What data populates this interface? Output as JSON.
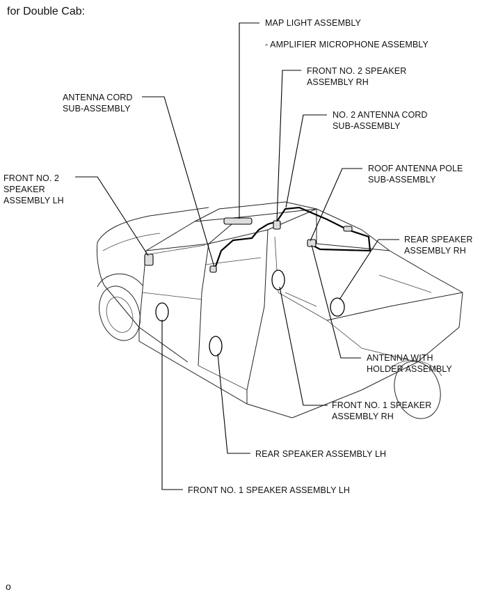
{
  "heading": "for Double Cab:",
  "labels": {
    "map_light": "MAP LIGHT ASSEMBLY",
    "amplifier_mic": "- AMPLIFIER MICROPHONE ASSEMBLY",
    "front_no2_rh": "FRONT NO. 2 SPEAKER\nASSEMBLY RH",
    "antenna_cord": "ANTENNA CORD\nSUB-ASSEMBLY",
    "no2_antenna_cord": "NO. 2 ANTENNA CORD\nSUB-ASSEMBLY",
    "front_no2_lh": "FRONT NO. 2\nSPEAKER\nASSEMBLY LH",
    "roof_antenna_pole": "ROOF ANTENNA POLE\nSUB-ASSEMBLY",
    "rear_speaker_rh": "REAR SPEAKER\nASSEMBLY RH",
    "antenna_holder": "ANTENNA WITH\nHOLDER ASSEMBLY",
    "front_no1_rh": "FRONT NO. 1 SPEAKER\nASSEMBLY RH",
    "rear_speaker_lh": "REAR SPEAKER ASSEMBLY LH",
    "front_no1_lh": "FRONT NO. 1 SPEAKER ASSEMBLY LH"
  },
  "footer": "o"
}
